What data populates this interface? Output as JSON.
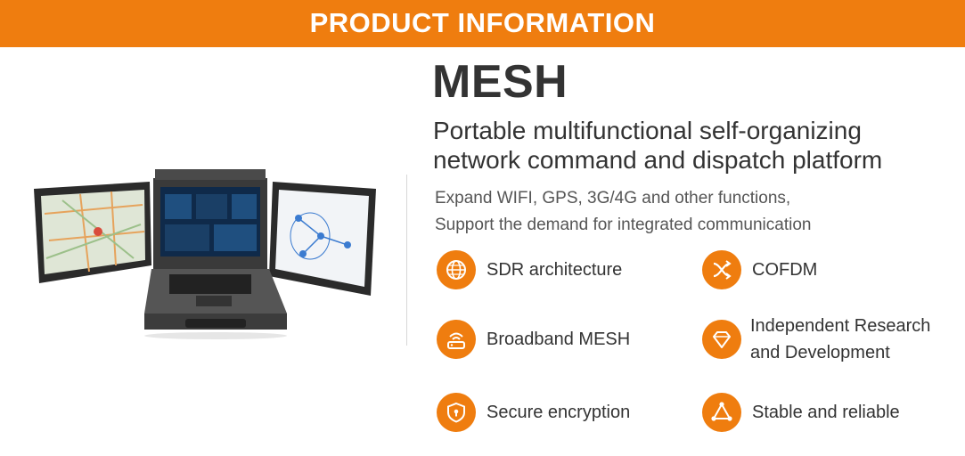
{
  "banner": {
    "title": "PRODUCT INFORMATION"
  },
  "product": {
    "name": "MESH",
    "subtitle_line1": "Portable multifunctional self-organizing",
    "subtitle_line2": "network command and dispatch platform",
    "desc_line1": "Expand WIFI, GPS, 3G/4G and other functions,",
    "desc_line2": "Support the demand for integrated communication"
  },
  "features": [
    {
      "label": "SDR architecture",
      "icon": "globe-chip-icon"
    },
    {
      "label": "COFDM",
      "icon": "crossed-arrows-icon"
    },
    {
      "label": "Broadband MESH",
      "icon": "router-icon"
    },
    {
      "label_line1": "Independent Research",
      "label_line2": "and Development",
      "icon": "diamond-icon"
    },
    {
      "label": "Secure encryption",
      "icon": "shield-lock-icon"
    },
    {
      "label": "Stable and reliable",
      "icon": "triangle-nodes-icon"
    }
  ],
  "colors": {
    "accent": "#ef7d0f",
    "text": "#333333",
    "subtext": "#555555"
  }
}
